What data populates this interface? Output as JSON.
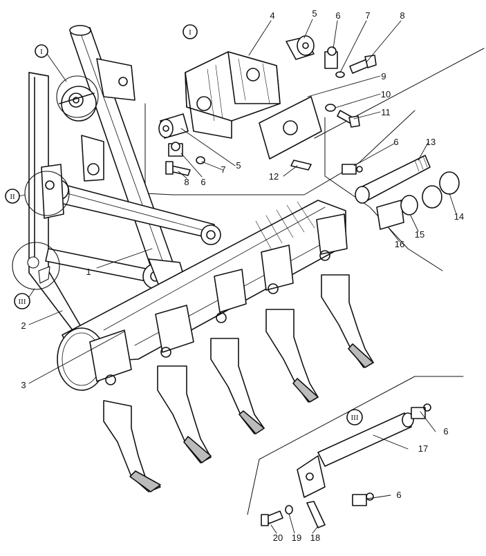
{
  "figure": {
    "callouts": [
      {
        "id": "c1",
        "text": "1"
      },
      {
        "id": "c2",
        "text": "2"
      },
      {
        "id": "c3",
        "text": "3"
      },
      {
        "id": "c4",
        "text": "4"
      },
      {
        "id": "c5a",
        "text": "5"
      },
      {
        "id": "c5b",
        "text": "5"
      },
      {
        "id": "c6a",
        "text": "6"
      },
      {
        "id": "c6b",
        "text": "6"
      },
      {
        "id": "c6c",
        "text": "6"
      },
      {
        "id": "c6d",
        "text": "6"
      },
      {
        "id": "c6e",
        "text": "6"
      },
      {
        "id": "c7a",
        "text": "7"
      },
      {
        "id": "c7b",
        "text": "7"
      },
      {
        "id": "c8a",
        "text": "8"
      },
      {
        "id": "c8b",
        "text": "8"
      },
      {
        "id": "c9",
        "text": "9"
      },
      {
        "id": "c10",
        "text": "10"
      },
      {
        "id": "c11",
        "text": "11"
      },
      {
        "id": "c12",
        "text": "12"
      },
      {
        "id": "c13",
        "text": "13"
      },
      {
        "id": "c14",
        "text": "14"
      },
      {
        "id": "c15",
        "text": "15"
      },
      {
        "id": "c16",
        "text": "16"
      },
      {
        "id": "c17",
        "text": "17"
      },
      {
        "id": "c18",
        "text": "18"
      },
      {
        "id": "c19",
        "text": "19"
      },
      {
        "id": "c20",
        "text": "20"
      }
    ],
    "detail_marks": [
      {
        "id": "d1a",
        "text": "I"
      },
      {
        "id": "d1b",
        "text": "I"
      },
      {
        "id": "d2",
        "text": "II"
      },
      {
        "id": "d3a",
        "text": "III"
      },
      {
        "id": "d3b",
        "text": "III"
      }
    ]
  }
}
